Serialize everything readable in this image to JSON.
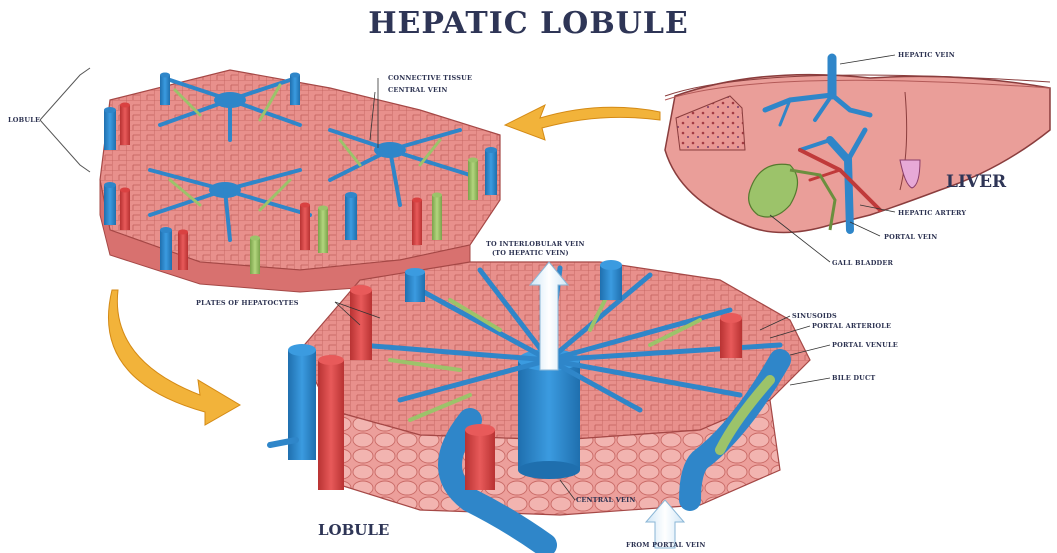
{
  "title": "HEPATIC LOBULE",
  "labels": {
    "lobule_top": "LOBULE",
    "connective_tissue": "CONNECTIVE TISSUE",
    "central_vein_top": "CENTRAL VEIN",
    "hepatic_vein": "HEPATIC VEIN",
    "liver": "LIVER",
    "hepatic_artery": "HEPATIC ARTERY",
    "portal_vein": "PORTAL VEIN",
    "gall_bladder": "GALL BLADDER",
    "to_interlobular_1": "TO INTERLOBULAR VEIN",
    "to_interlobular_2": "(TO HEPATIC VEIN)",
    "plates_of_hepatocytes": "PLATES OF HEPATOCYTES",
    "sinusoids": "SINUSOIDS",
    "portal_arteriole": "PORTAL ARTERIOLE",
    "portal_venule": "PORTAL VENULE",
    "bile_duct": "BILE DUCT",
    "central_vein_bottom": "CENTRAL VEIN",
    "lobule_bottom": "LOBULE",
    "from_portal_vein": "FROM PORTAL VEIN"
  },
  "colors": {
    "tissue": "#e88f8c",
    "tissue_dark": "#b9504f",
    "vein_blue": "#2f86c9",
    "artery_red": "#d94141",
    "bile_green": "#9cc36a",
    "arrow_orange": "#f2b33a",
    "text": "#2e3556"
  }
}
